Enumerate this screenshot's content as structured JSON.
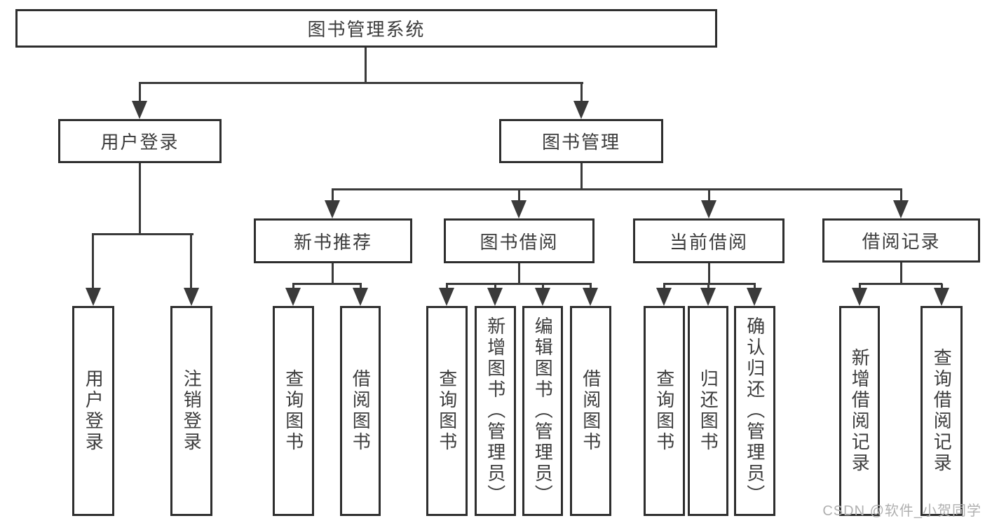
{
  "diagram_type": "functional-structure-tree",
  "nodes": {
    "root": "图书管理系统",
    "user_login": "用户登录",
    "book_mgmt": "图书管理",
    "new_book": "新书推荐",
    "book_borrow": "图书借阅",
    "current_borrow": "当前借阅",
    "borrow_record": "借阅记录",
    "leaf_user_login": "用户登录",
    "leaf_logout": "注销登录",
    "leaf_nb_query": "查询图书",
    "leaf_nb_borrow": "借阅图书",
    "leaf_bb_query": "查询图书",
    "leaf_bb_add": "新增图书（管理员）",
    "leaf_bb_edit": "编辑图书（管理员）",
    "leaf_bb_borrow": "借阅图书",
    "leaf_cb_query": "查询图书",
    "leaf_cb_return": "归还图书",
    "leaf_cb_confirm": "确认归还（管理员）",
    "leaf_br_add": "新增借阅记录",
    "leaf_br_query": "查询借阅记录"
  },
  "hierarchy": {
    "图书管理系统": [
      "用户登录",
      "图书管理"
    ],
    "用户登录": [
      "用户登录",
      "注销登录"
    ],
    "图书管理": [
      "新书推荐",
      "图书借阅",
      "当前借阅",
      "借阅记录"
    ],
    "新书推荐": [
      "查询图书",
      "借阅图书"
    ],
    "图书借阅": [
      "查询图书",
      "新增图书（管理员）",
      "编辑图书（管理员）",
      "借阅图书"
    ],
    "当前借阅": [
      "查询图书",
      "归还图书",
      "确认归还（管理员）"
    ],
    "借阅记录": [
      "新增借阅记录",
      "查询借阅记录"
    ]
  },
  "watermark": {
    "text": "CSDN @软件_小贺同学"
  },
  "colors": {
    "background": "#ffffff",
    "box_border": "#2e2e2e",
    "connector": "#3a3a3a",
    "text": "#3c3c3c",
    "watermark_text": "#b0b0b0"
  }
}
